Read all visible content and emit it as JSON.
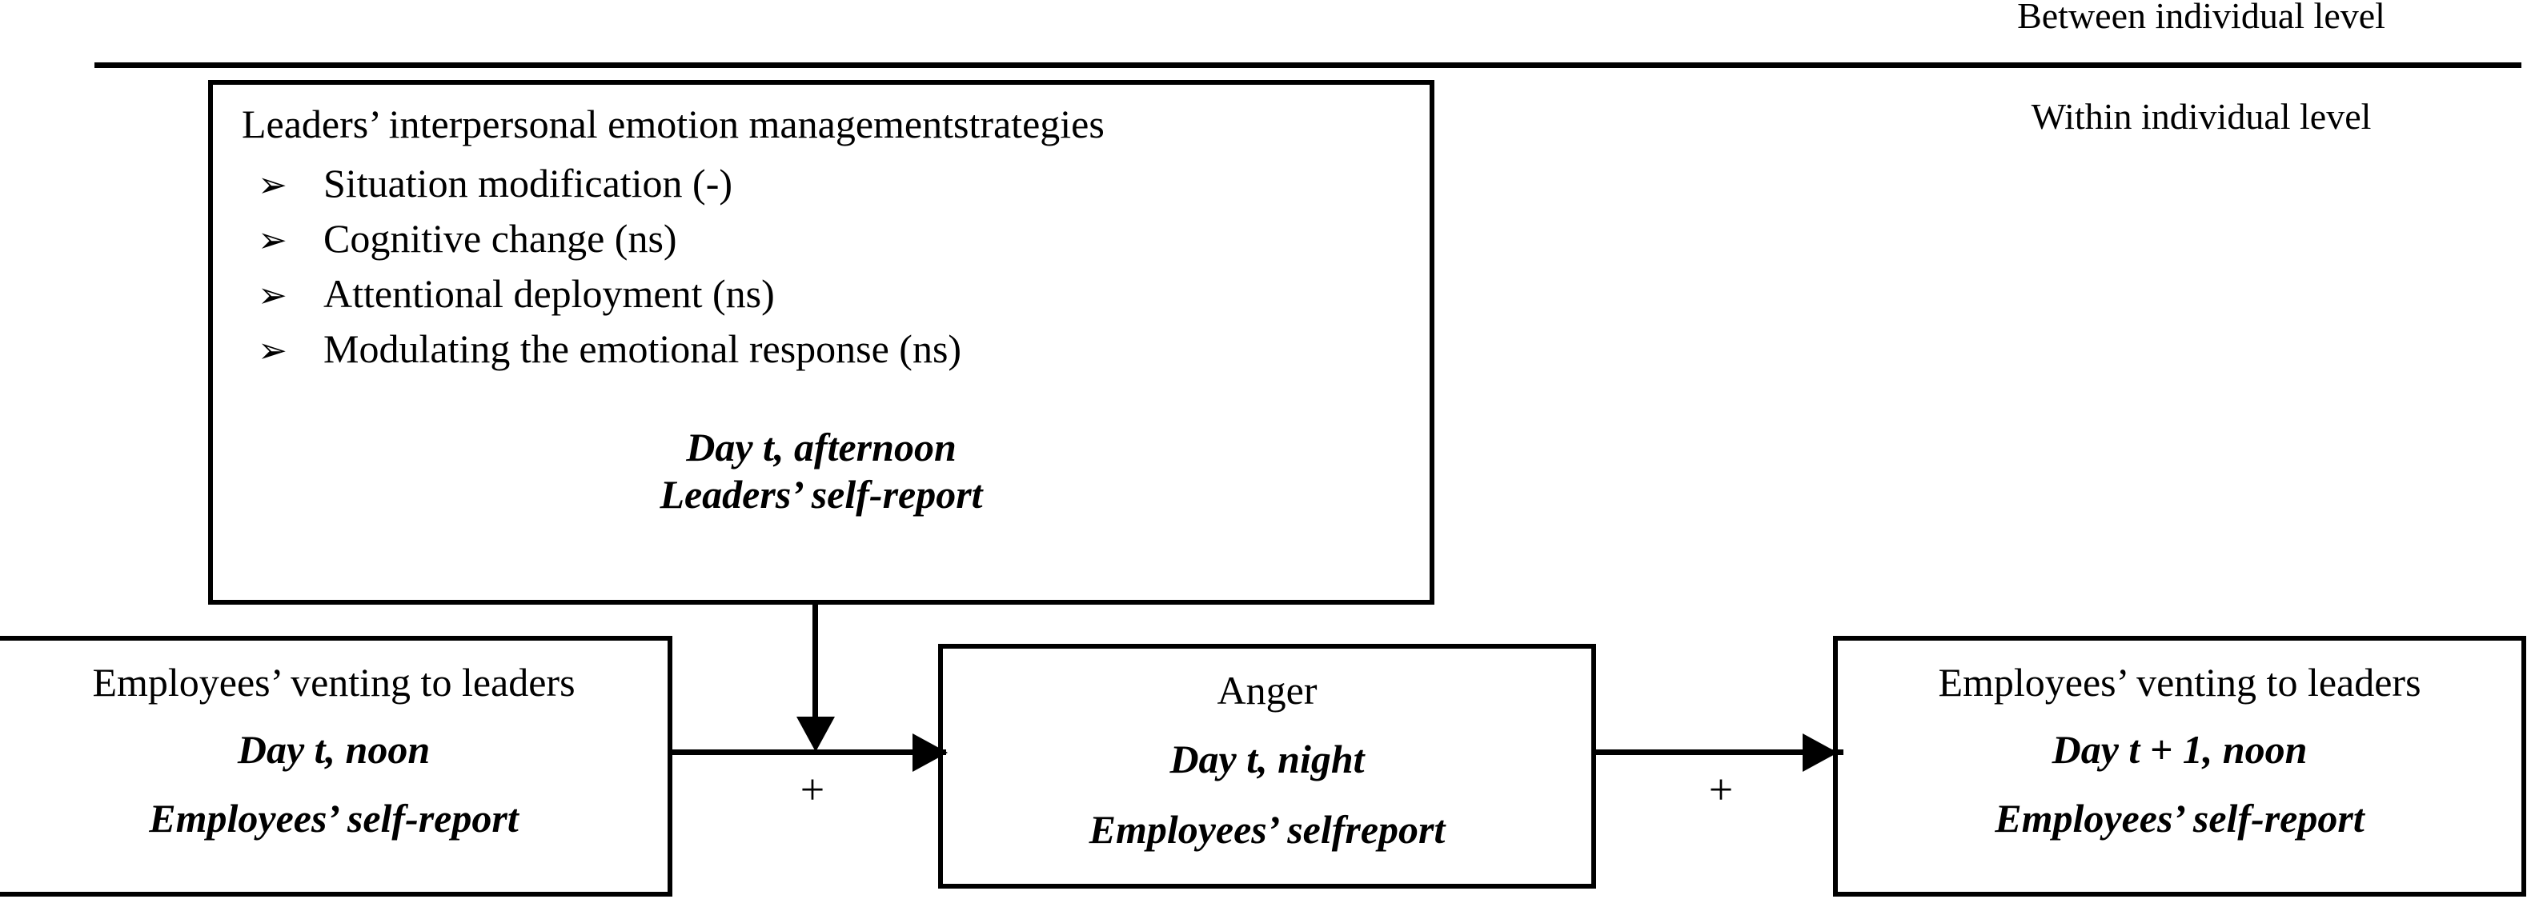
{
  "diagram": {
    "levels": {
      "between": "Between individual level",
      "within": "Within individual level"
    },
    "moderator": {
      "title": "Leaders’ interpersonal emotion managementstrategies",
      "bullet_glyph": "➢",
      "bullets": [
        {
          "label": "Situation modification (-)"
        },
        {
          "label": "Cognitive change (ns)"
        },
        {
          "label": "Attentional deployment (ns)"
        },
        {
          "label": "Modulating the emotional response (ns)"
        }
      ],
      "timing": "Day t, afternoon",
      "source": "Leaders’ self-report"
    },
    "predictor": {
      "heading": "Employees’ venting to leaders",
      "timing": "Day t, noon",
      "source": "Employees’ self-report"
    },
    "mediator": {
      "heading": "Anger",
      "timing": "Day t, night",
      "source": "Employees’ selfreport"
    },
    "outcome": {
      "heading": "Employees’ venting to leaders",
      "timing": "Day t + 1, noon",
      "source": "Employees’ self-report"
    },
    "paths": {
      "predictor_to_mediator_sign": "+",
      "mediator_to_outcome_sign": "+"
    },
    "colors": {
      "line": "#000000",
      "background": "#ffffff",
      "text": "#000000"
    }
  }
}
